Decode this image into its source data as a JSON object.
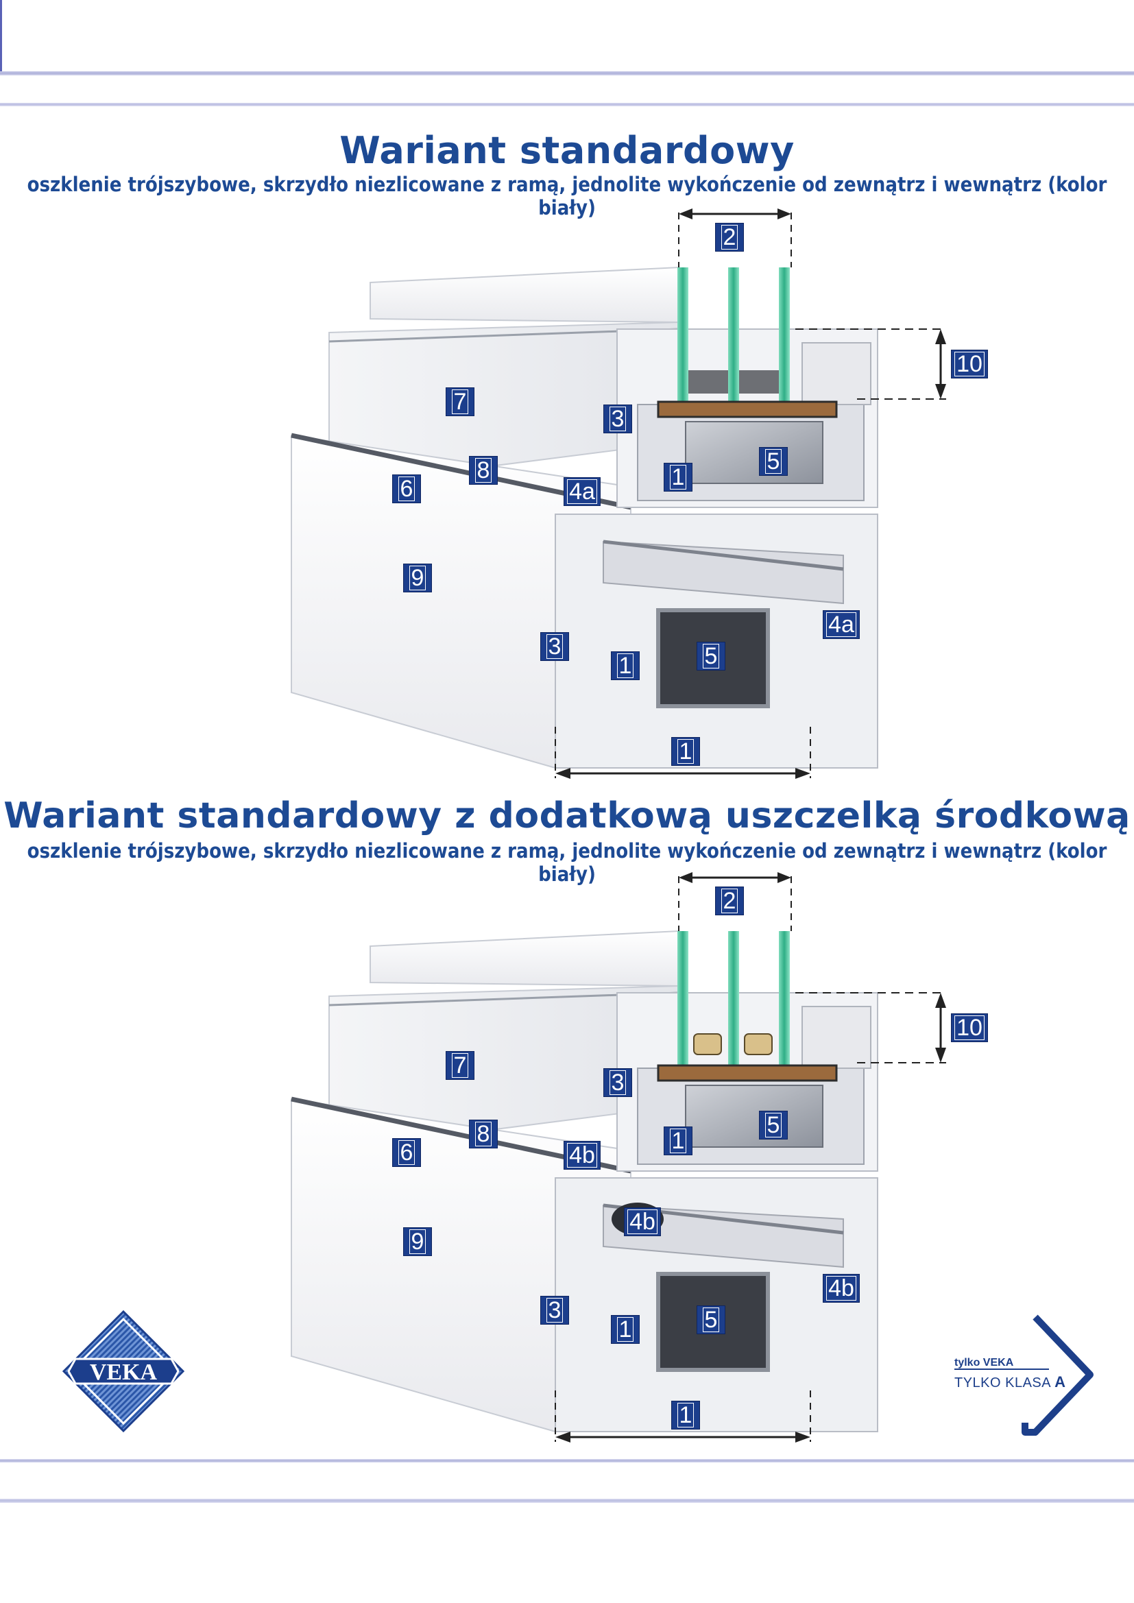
{
  "section1": {
    "title": "Wariant standardowy",
    "subtitle": "oszklenie trójszybowe, skrzydło niezlicowane z ramą, jednolite wykończenie od zewnątrz i wewnątrz (kolor biały)",
    "markers": [
      "2",
      "10",
      "7",
      "3",
      "8",
      "6",
      "4a",
      "1",
      "5",
      "9",
      "3",
      "1",
      "5",
      "4a",
      "1"
    ]
  },
  "section2": {
    "title": "Wariant standardowy z dodatkową uszczelką środkową",
    "subtitle": "oszklenie trójszybowe, skrzydło niezlicowane z ramą, jednolite wykończenie od zewnątrz i wewnątrz (kolor biały)",
    "markers": [
      "2",
      "10",
      "7",
      "3",
      "8",
      "6",
      "4b",
      "1",
      "5",
      "4b",
      "9",
      "3",
      "1",
      "5",
      "4b",
      "1"
    ]
  },
  "logo": {
    "text": "VEKA"
  },
  "badge": {
    "small": "tylko VEKA",
    "big": "TYLKO KLASA",
    "big_accent": "A"
  },
  "colors": {
    "brand_blue": "#1c3e8c",
    "title_blue": "#1d4a94",
    "glass_green": "#3fb58d"
  }
}
